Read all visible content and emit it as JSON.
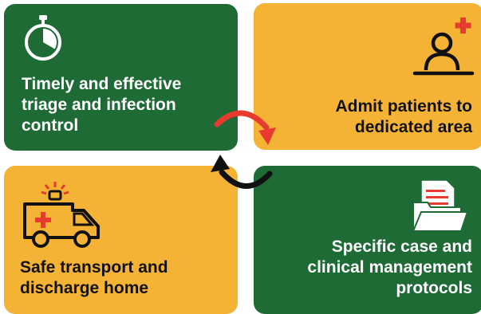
{
  "tiles": {
    "top_left": {
      "text": "Timely and effective\ntriage and infection\ncontrol",
      "icon": "stopwatch-icon",
      "color": "#1e6b36"
    },
    "top_right": {
      "text": "Admit patients to\ndedicated area",
      "icon": "patient-with-plus-icon",
      "color": "#f5b335"
    },
    "bottom_left": {
      "text": "Safe transport and\ndischarge home",
      "icon": "ambulance-icon",
      "color": "#f5b335"
    },
    "bottom_right": {
      "text": "Specific case and\nclinical management\nprotocols",
      "icon": "document-folder-icon",
      "color": "#1e6b36"
    }
  },
  "cycle": {
    "arrow_top_color": "#e63b2e",
    "arrow_bottom_color": "#111111",
    "accent_red": "#e63b2e"
  }
}
